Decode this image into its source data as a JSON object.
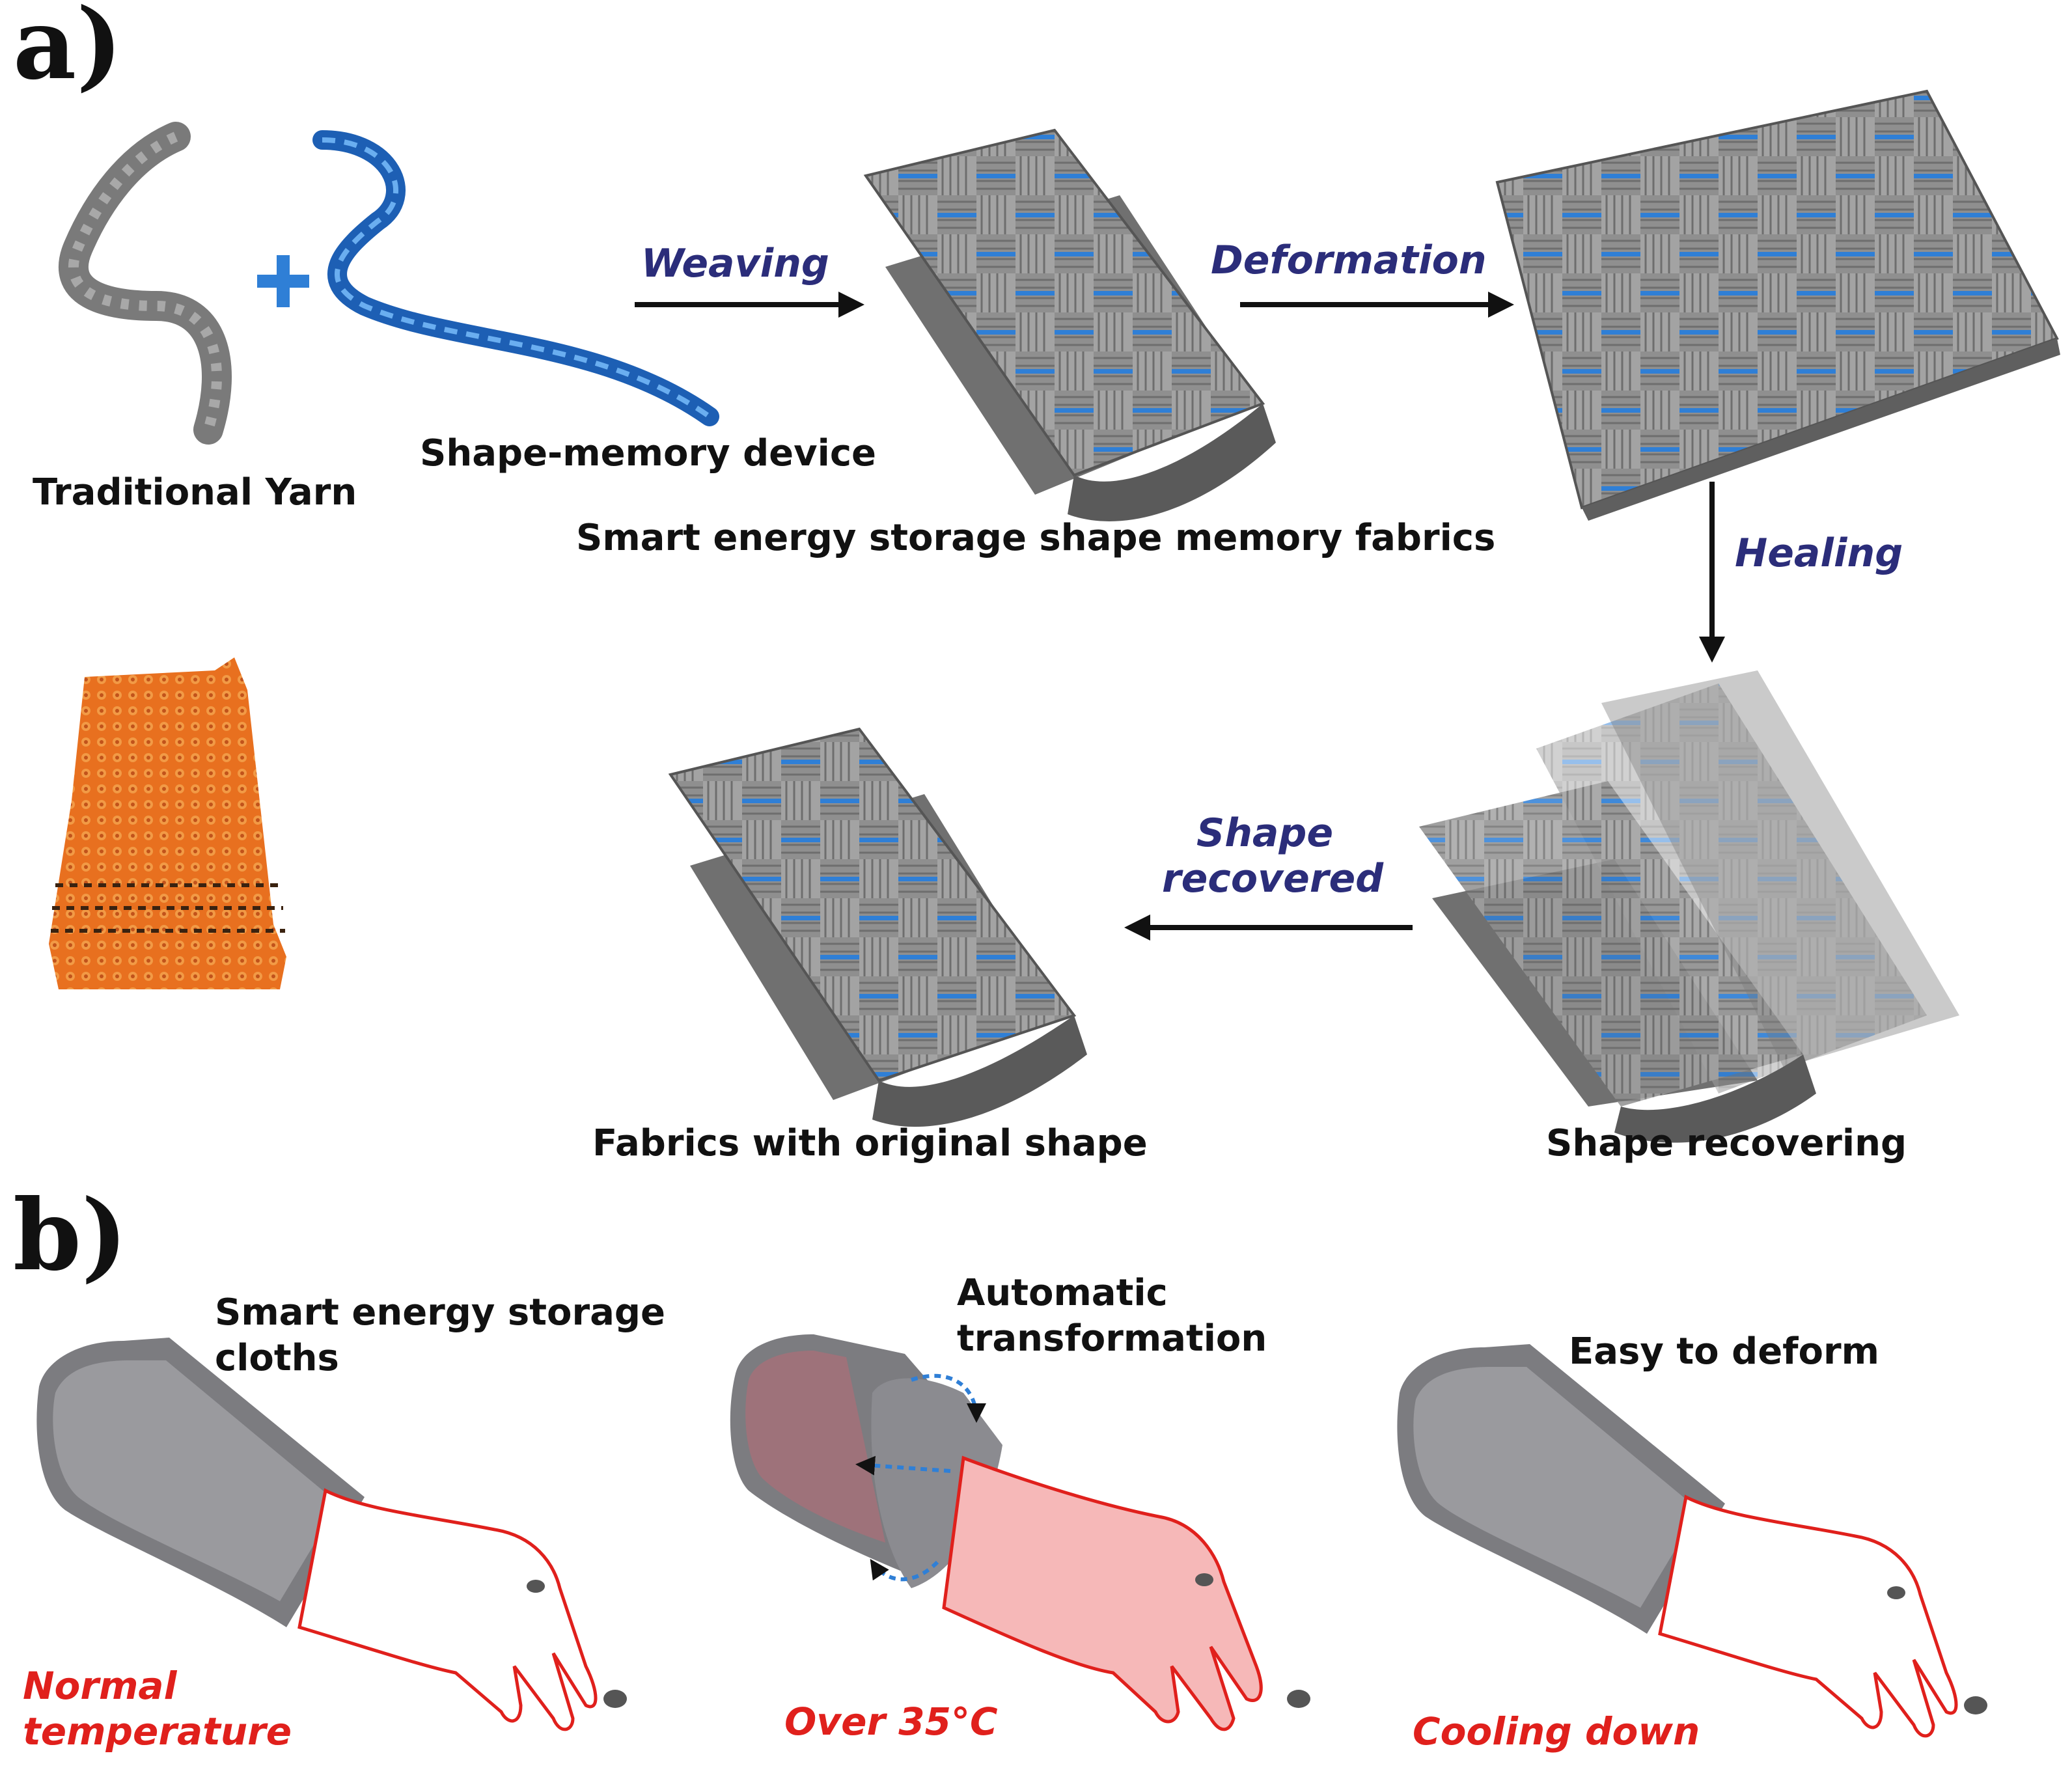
{
  "panels": {
    "a": "a)",
    "b": "b)"
  },
  "labels": {
    "traditional_yarn": "Traditional Yarn",
    "shape_memory_device": "Shape-memory device",
    "smart_fabrics": "Smart energy storage shape memory fabrics",
    "fabrics_original": "Fabrics with original  shape",
    "shape_recovering": "Shape recovering"
  },
  "arrows": {
    "weaving": "Weaving",
    "deformation": "Deformation",
    "healing": "Healing",
    "shape_recovered_1": "Shape",
    "shape_recovered_2": "recovered"
  },
  "panel_b": {
    "cloths_1": "Smart energy storage",
    "cloths_2": "cloths",
    "auto_1": "Automatic",
    "auto_2": "transformation",
    "easy": "Easy to deform",
    "normal_1": "Normal",
    "normal_2": "temperature",
    "over": "Over 35°C",
    "cooling": "Cooling down"
  },
  "colors": {
    "fabric": "#8e8e8e",
    "fabric_dark": "#5f5f5f",
    "fiber_blue": "#2f7fd6",
    "hand_outline": "#e0201c",
    "hand_warm": "#f6b8b8",
    "sleeve": "#7c7c80",
    "photo_orange": "#e8701f"
  }
}
